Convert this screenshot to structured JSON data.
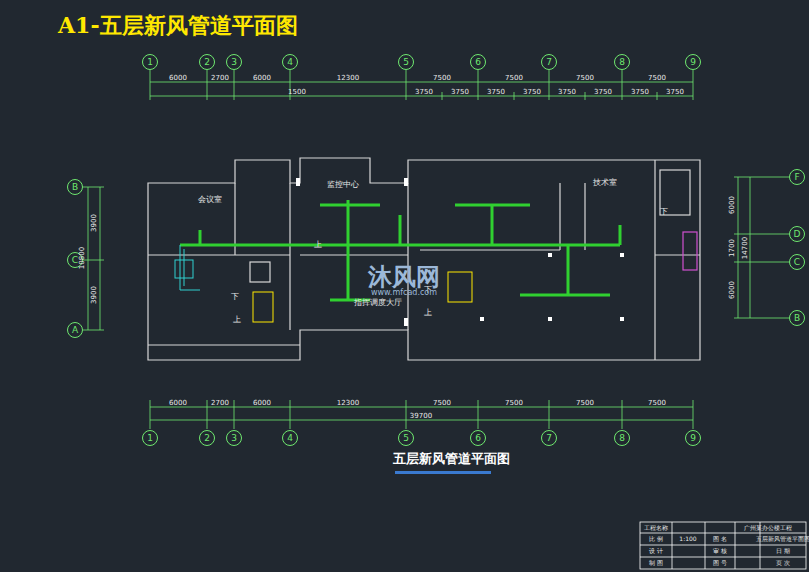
{
  "diagram": {
    "title": "A1-五层新风管道平面图",
    "caption": "五层新风管道平面图",
    "nodes": [
      {
        "text": [
          "1"
        ]
      },
      {
        "text": [
          "2"
        ]
      },
      {
        "text": [
          "3"
        ]
      },
      {
        "text": [
          "4"
        ]
      },
      {
        "text": [
          "5"
        ]
      },
      {
        "text": [
          "6"
        ]
      },
      {
        "text": [
          "7"
        ]
      },
      {
        "text": [
          "8"
        ]
      },
      {
        "text": [
          "9"
        ]
      },
      {
        "text": [
          "B"
        ]
      },
      {
        "text": [
          "C"
        ]
      },
      {
        "text": [
          "A"
        ]
      },
      {
        "text": [
          "F"
        ]
      },
      {
        "text": [
          "D"
        ]
      },
      {
        "text": [
          "C"
        ]
      },
      {
        "text": [
          "B"
        ]
      },
      {
        "text": [
          "1"
        ]
      },
      {
        "text": [
          "2"
        ]
      },
      {
        "text": [
          "3"
        ]
      },
      {
        "text": [
          "4"
        ]
      },
      {
        "text": [
          "5"
        ]
      },
      {
        "text": [
          "6"
        ]
      },
      {
        "text": [
          "7"
        ]
      },
      {
        "text": [
          "8"
        ]
      },
      {
        "text": [
          "9"
        ]
      }
    ],
    "labels": [
      "6000",
      "2700",
      "6000",
      "12300",
      "7500",
      "7500",
      "7500",
      "7500",
      "1500",
      "3750",
      "3750",
      "3750",
      "3750",
      "3750",
      "3750",
      "3750",
      "3750",
      "3900",
      "10800",
      "3900",
      "6000",
      "1700",
      "6000",
      "14700",
      "6000",
      "2700",
      "6000",
      "12300",
      "7500",
      "7500",
      "7500",
      "7500",
      "39700",
      "会议室",
      "监控中心",
      "技术室",
      "指挥调度大厅",
      "下",
      "上",
      "下",
      "上",
      "上",
      "下",
      "沐风网",
      "www.mfcad.com",
      "工程名称",
      "广州某办公楼工程",
      "比 例",
      "1:100",
      "图 名",
      "五层新风管道平面图",
      "设 计",
      "审 核",
      "日 期",
      "制 图",
      "图 号",
      "页 次"
    ]
  }
}
